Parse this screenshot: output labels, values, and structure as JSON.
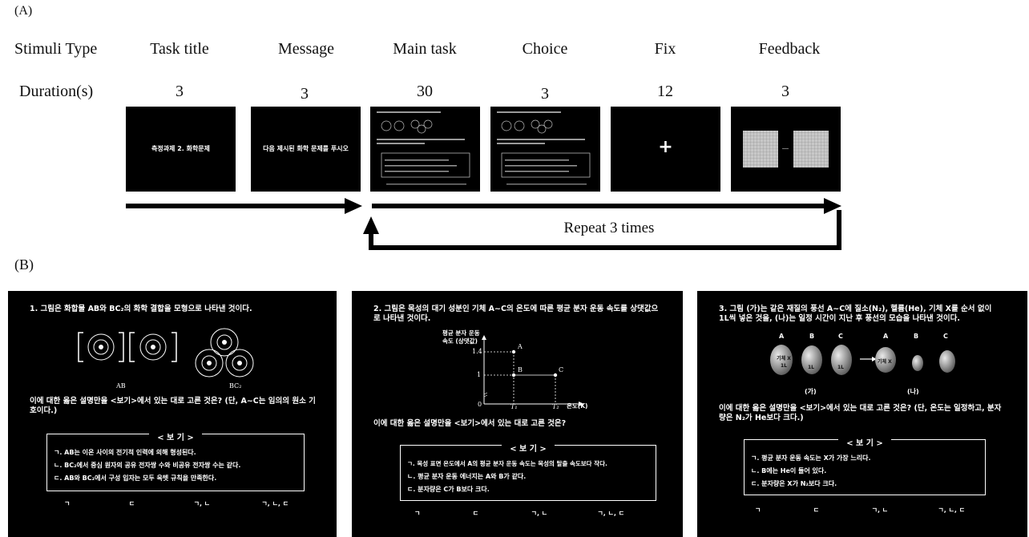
{
  "section_a": {
    "label": "(A)",
    "row_labels": {
      "stimuli_type": "Stimuli Type",
      "duration": "Duration(s)"
    },
    "stages": [
      {
        "type": "Task title",
        "duration": "3",
        "screen_text": "측정과제 2. 화학문제"
      },
      {
        "type": "Message",
        "duration": "3",
        "screen_text": "다음 제시된 화학 문제를 푸시오"
      },
      {
        "type": "Main task",
        "duration": "30",
        "screen_text": ""
      },
      {
        "type": "Choice",
        "duration": "3",
        "screen_text": ""
      },
      {
        "type": "Fix",
        "duration": "12",
        "screen_text": "+"
      },
      {
        "type": "Feedback",
        "duration": "3",
        "screen_text": ""
      }
    ],
    "repeat_label": "Repeat 3 times"
  },
  "section_b": {
    "label": "(B)",
    "q1": {
      "question": "1. 그림은 화합물 AB와 BC₂의 화학 결합을 모형으로 나타낸 것이다.",
      "fig_label_left": "AB",
      "fig_label_right": "BC₂",
      "prompt": "이에 대한 옳은 설명만을 <보기>에서 있는 대로 고른 것은? (단, A~C는 임의의 원소 기호이다.)",
      "box_title": "< 보 기 >",
      "items": [
        "ㄱ. AB는 이온 사이의 전기적 인력에 의해 형성된다.",
        "ㄴ. BC₂에서 중심 원자의 공유 전자쌍 수와 비공유 전자쌍 수는 같다.",
        "ㄷ. AB와 BC₂에서 구성 입자는 모두 옥텟 규칙을 만족한다."
      ],
      "choices": [
        "ㄱ",
        "ㄷ",
        "ㄱ, ㄴ",
        "ㄱ, ㄴ, ㄷ"
      ]
    },
    "q2": {
      "question": "2. 그림은 목성의 대기 성분인 기체 A~C의 온도에 따른 평균 분자 운동 속도를 상댓값으로 나타낸 것이다.",
      "ylabel": "평균 분자 운동 속도 (상댓값)",
      "xlabel": "온도(K)",
      "origin": "0",
      "yticks": [
        "1.4",
        "1"
      ],
      "xticks": [
        "T₁",
        "T₂"
      ],
      "points": [
        "A",
        "B",
        "C"
      ],
      "prompt": "이에 대한 옳은 설명만을 <보기>에서 있는 대로 고른 것은?",
      "box_title": "< 보 기 >",
      "items": [
        "ㄱ. 목성 표면 온도에서 A의 평균 분자 운동 속도는 목성의 탈출 속도보다 작다.",
        "ㄴ. 평균 분자 운동 에너지는 A와 B가 같다.",
        "ㄷ. 분자량은 C가 B보다 크다."
      ],
      "choices": [
        "ㄱ",
        "ㄷ",
        "ㄱ, ㄴ",
        "ㄱ, ㄴ, ㄷ"
      ]
    },
    "q3": {
      "question": "3. 그림 (가)는 같은 재질의 풍선 A~C에 질소(N₂), 헬륨(He), 기체 X를 순서 없이 1L씩 넣은 것을, (나)는 일정 시간이 지난 후 풍선의 모습을 나타낸 것이다.",
      "balloon_labels": [
        "A",
        "B",
        "C"
      ],
      "balloon_text": [
        "기체 X 1L",
        "1L",
        "1L",
        "기체 X"
      ],
      "fig_ga": "(가)",
      "fig_na": "(나)",
      "prompt": "이에 대한 옳은 설명만을 <보기>에서 있는 대로 고른 것은? (단, 온도는 일정하고, 분자량은 N₂가 He보다 크다.)",
      "box_title": "< 보 기 >",
      "items": [
        "ㄱ. 평균 분자 운동 속도는 X가 가장 느리다.",
        "ㄴ. B에는 He이 들어 있다.",
        "ㄷ. 분자량은 X가 N₂보다 크다."
      ],
      "choices": [
        "ㄱ",
        "ㄷ",
        "ㄱ, ㄴ",
        "ㄱ, ㄴ, ㄷ"
      ]
    }
  }
}
